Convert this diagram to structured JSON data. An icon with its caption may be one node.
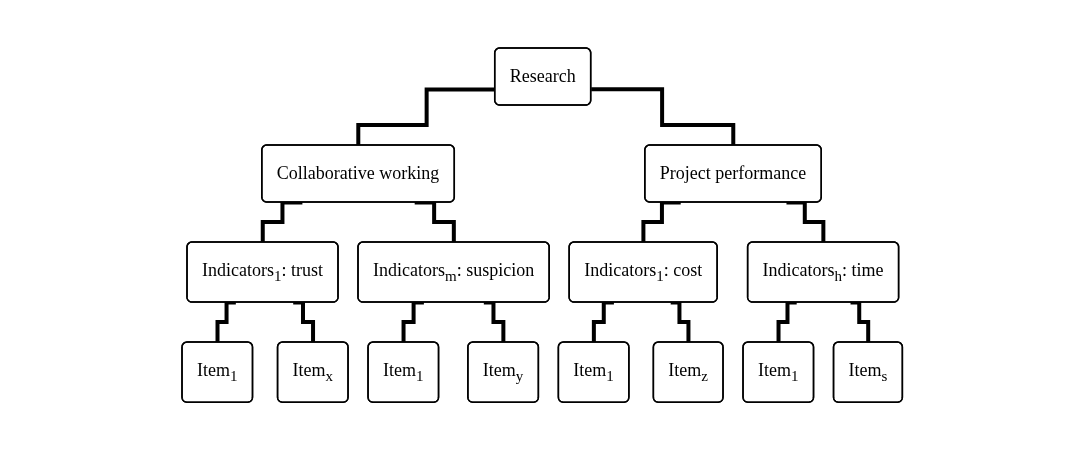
{
  "diagram": {
    "nodes": [
      {
        "text": [
          "Research"
        ]
      },
      {
        "text": [
          "Collaborative working"
        ]
      },
      {
        "text": [
          "Project performance"
        ]
      },
      {
        "text": [
          "Indicators$_{1}$: trust"
        ]
      },
      {
        "text": [
          "Indicators$_{m}$: suspicion"
        ]
      },
      {
        "text": [
          "Indicators$_{1}$: cost"
        ]
      },
      {
        "text": [
          "Indicators$_{h}$: time"
        ]
      },
      {
        "text": [
          "Item$_{1}$"
        ]
      },
      {
        "text": [
          "Item$_{x}$"
        ]
      },
      {
        "text": [
          "Item$_{1}$"
        ]
      },
      {
        "text": [
          "Item$_{y}$"
        ]
      },
      {
        "text": [
          "Item$_{1}$"
        ]
      },
      {
        "text": [
          "Item$_{z}$"
        ]
      },
      {
        "text": [
          "Item$_{1}$"
        ]
      },
      {
        "text": [
          "Item$_{s}$"
        ]
      }
    ],
    "edges": [
      {
        "from": 0,
        "to": 1,
        "arrow": "none"
      },
      {
        "from": 0,
        "to": 2,
        "arrow": "none"
      },
      {
        "from": 1,
        "to": 3,
        "arrow": "none"
      },
      {
        "from": 1,
        "to": 4,
        "arrow": "none"
      },
      {
        "from": 2,
        "to": 5,
        "arrow": "none"
      },
      {
        "from": 2,
        "to": 6,
        "arrow": "none"
      },
      {
        "from": 3,
        "to": 7,
        "arrow": "none"
      },
      {
        "from": 3,
        "to": 8,
        "arrow": "none"
      },
      {
        "from": 4,
        "to": 9,
        "arrow": "none"
      },
      {
        "from": 4,
        "to": 10,
        "arrow": "none"
      },
      {
        "from": 5,
        "to": 11,
        "arrow": "none"
      },
      {
        "from": 5,
        "to": 12,
        "arrow": "none"
      },
      {
        "from": 6,
        "to": 13,
        "arrow": "none"
      },
      {
        "from": 6,
        "to": 14,
        "arrow": "none"
      }
    ]
  }
}
